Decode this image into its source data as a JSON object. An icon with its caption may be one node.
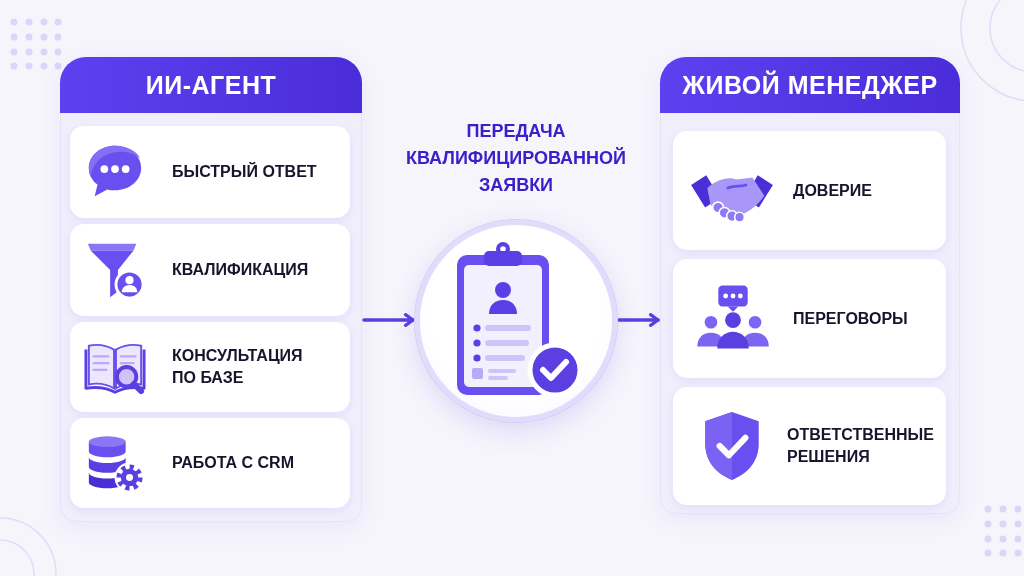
{
  "diagram": {
    "nodes": [
      {
        "text": [
          "ИИ-АГЕНТ"
        ]
      },
      {
        "text": [
          "БЫСТРЫЙ ОТВЕТ"
        ],
        "in": 0
      },
      {
        "text": [
          "КВАЛИФИКАЦИЯ"
        ],
        "in": 0
      },
      {
        "text": [
          "КОНСУЛЬТАЦИЯ ПО БАЗЕ"
        ],
        "in": 0
      },
      {
        "text": [
          "РАБОТА С CRM"
        ],
        "in": 0
      },
      {
        "text": [
          "ПЕРЕДАЧА КВАЛИФИЦИРОВАННОЙ ЗАЯВКИ"
        ]
      },
      {
        "text": [
          "ЖИВОЙ МЕНЕДЖЕР"
        ]
      },
      {
        "text": [
          "ДОВЕРИЕ"
        ],
        "in": 6
      },
      {
        "text": [
          "ПЕРЕГОВОРЫ"
        ],
        "in": 6
      },
      {
        "text": [
          "ОТВЕТСТВЕННЫЕ РЕШЕНИЯ"
        ],
        "in": 6
      }
    ],
    "edges": [
      {
        "from": 0,
        "to": 5,
        "arrow": "to"
      },
      {
        "from": 5,
        "to": 6,
        "arrow": "to"
      }
    ]
  }
}
